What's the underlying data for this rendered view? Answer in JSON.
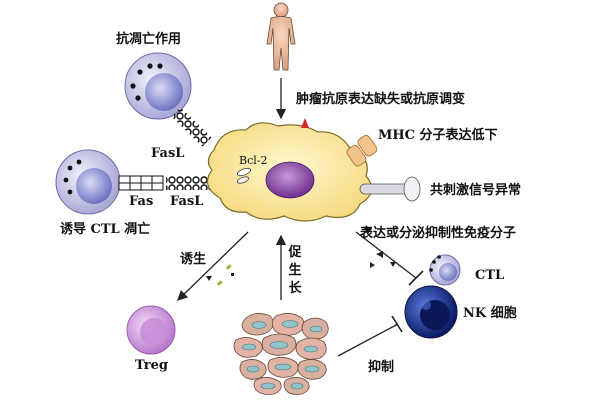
{
  "labels": {
    "anti_apoptosis": "抗凋亡作用",
    "tumor_antigen_change": "肿瘤抗原表达缺失或抗原调变",
    "mhc_low": "MHC 分子表达低下",
    "fasl_top": "FasL",
    "bcl2": "Bcl-2",
    "costim_abnormal": "共刺激信号异常",
    "fas": "Fas",
    "fasl_bottom": "FasL",
    "induce_ctl_apoptosis": "诱导 CTL 凋亡",
    "secrete_inhibitory": "表达或分泌抑制性免疫分子",
    "induce": "诱生",
    "promote_growth": "促生长",
    "ctl": "CTL",
    "nk_cell": "NK 细胞",
    "treg": "Treg",
    "inhibit": "抑制"
  },
  "colors": {
    "tumor_cell": "#fbe9a6",
    "tumor_nucleus": "#8e4fa6",
    "ctl_cell": "#c8c8ea",
    "nk_cell": "#1a2f8c",
    "treg_cell": "#c98ed8",
    "stroma_cells": "#d9b0a0",
    "mhc_molecule": "#f2c38a",
    "human_figure": "#e9b99a"
  }
}
